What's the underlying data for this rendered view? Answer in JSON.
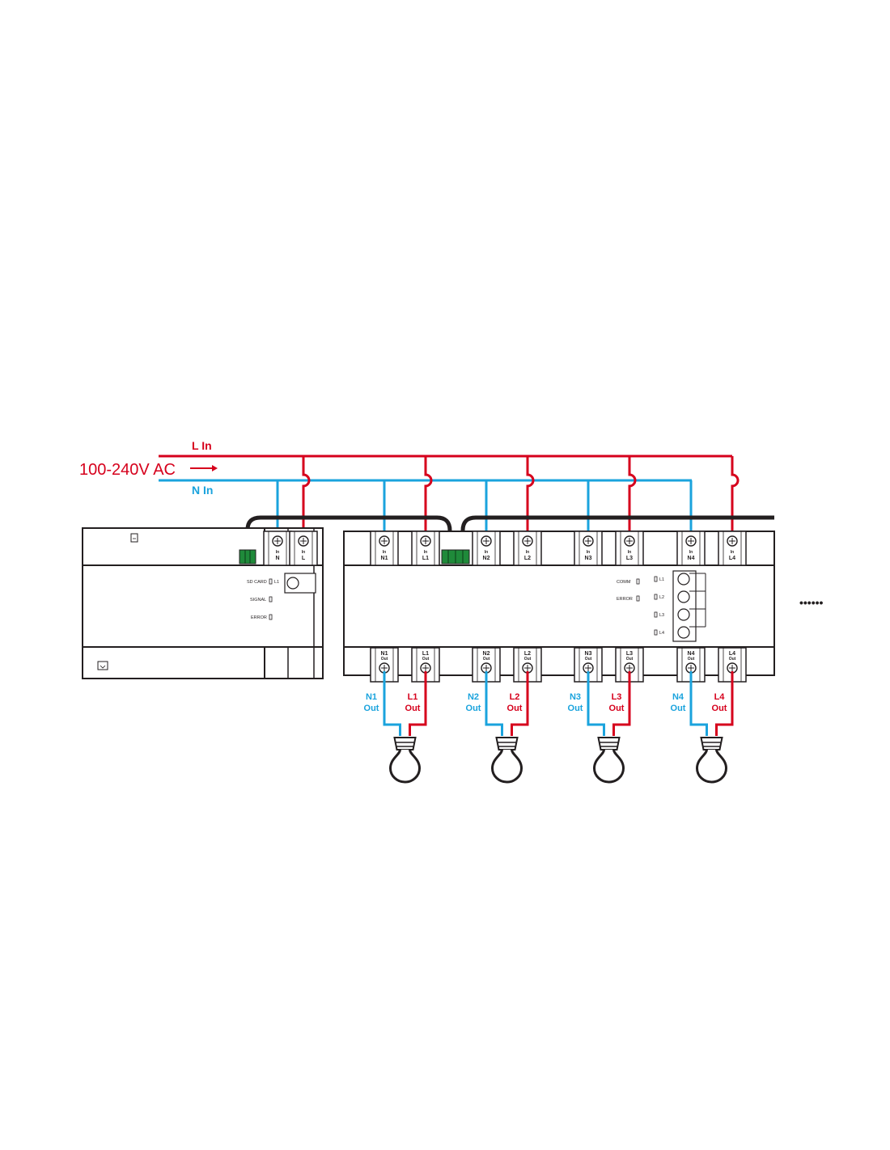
{
  "supply": {
    "l_in": "L In",
    "n_in": "N In",
    "voltage": "100-240V AC"
  },
  "colors": {
    "live": "#d6001c",
    "neutral": "#1aa3dd",
    "outline": "#231f20",
    "connector": "#1f8a3a"
  },
  "gateway": {
    "terminals": [
      {
        "top": "In",
        "bottom": "N"
      },
      {
        "top": "In",
        "bottom": "L"
      }
    ],
    "indicators": [
      "SD CARD",
      "SIGNAL",
      "ERROR"
    ],
    "channel_tag": "L1"
  },
  "relay": {
    "top_terminals": [
      {
        "top": "In",
        "bottom": "N1"
      },
      {
        "top": "In",
        "bottom": "L1"
      },
      {
        "top": "In",
        "bottom": "N2"
      },
      {
        "top": "In",
        "bottom": "L2"
      },
      {
        "top": "In",
        "bottom": "N3"
      },
      {
        "top": "In",
        "bottom": "L3"
      },
      {
        "top": "In",
        "bottom": "N4"
      },
      {
        "top": "In",
        "bottom": "L4"
      }
    ],
    "bottom_terminals": [
      {
        "top": "N1",
        "bottom": "Out"
      },
      {
        "top": "L1",
        "bottom": "Out"
      },
      {
        "top": "N2",
        "bottom": "Out"
      },
      {
        "top": "L2",
        "bottom": "Out"
      },
      {
        "top": "N3",
        "bottom": "Out"
      },
      {
        "top": "L3",
        "bottom": "Out"
      },
      {
        "top": "N4",
        "bottom": "Out"
      },
      {
        "top": "L4",
        "bottom": "Out"
      }
    ],
    "indicators": [
      "COMM",
      "ERROR"
    ],
    "channels": [
      "L1",
      "L2",
      "L3",
      "L4"
    ]
  },
  "outputs": [
    {
      "n": "N1",
      "l": "L1",
      "out": "Out"
    },
    {
      "n": "N2",
      "l": "L2",
      "out": "Out"
    },
    {
      "n": "N3",
      "l": "L3",
      "out": "Out"
    },
    {
      "n": "N4",
      "l": "L4",
      "out": "Out"
    }
  ],
  "continuation": "••••••"
}
